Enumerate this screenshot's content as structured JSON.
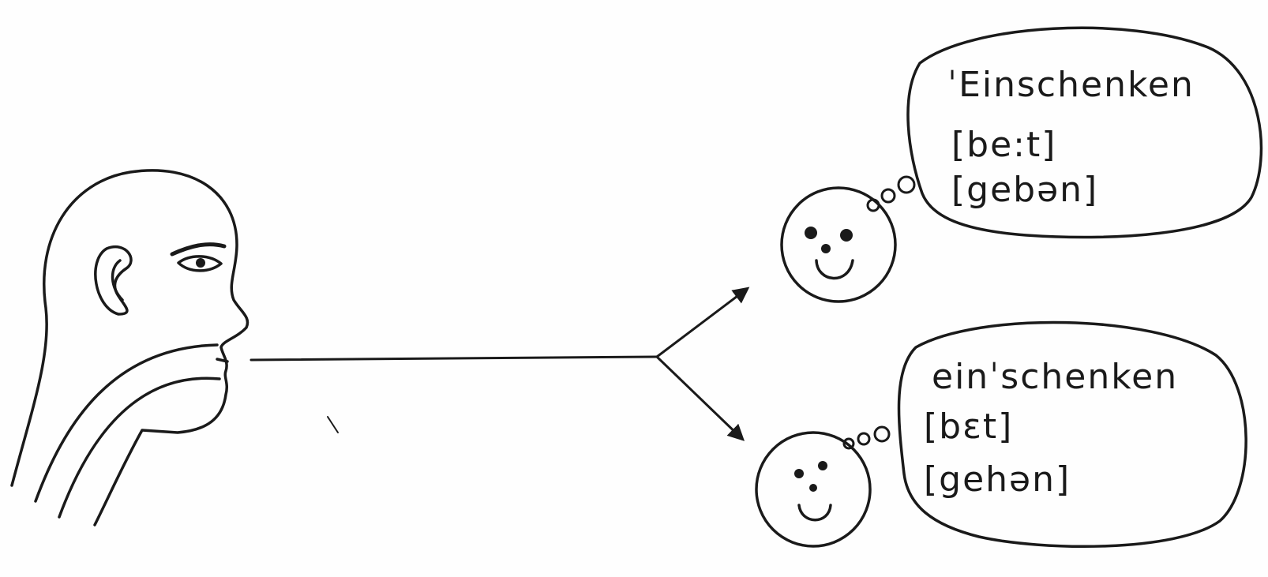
{
  "ink_color": "#1a1a1a",
  "paper_color": "#fefefe",
  "thoughts": {
    "top": {
      "lines": [
        "ˈEinschenken",
        "[be:t]",
        "[gebən]"
      ]
    },
    "bottom": {
      "lines": [
        "einˈschenken",
        "[bɛt]",
        "[gehən]"
      ]
    }
  }
}
